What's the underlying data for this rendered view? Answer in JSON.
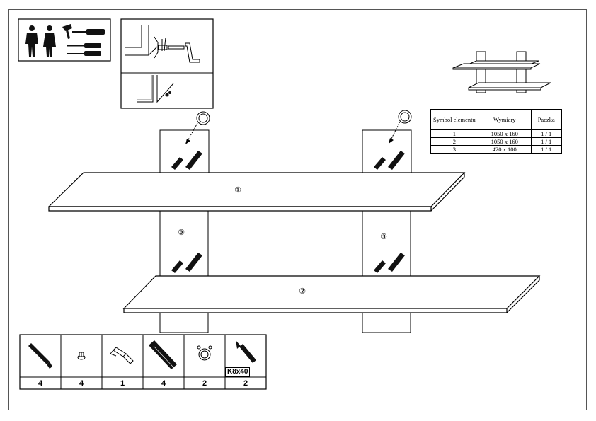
{
  "tools_box": {
    "icons": [
      "person-icon",
      "person-icon",
      "hammer-icon",
      "screwdriver-icon",
      "screwdriver-icon"
    ]
  },
  "detail_box": {
    "icons": [
      "wall-bracket-detail",
      "wrench-icon"
    ]
  },
  "parts_table": {
    "headers": [
      "Symbol elementu",
      "Wymiary",
      "Paczka"
    ],
    "rows": [
      {
        "symbol": "1",
        "dims": "1050 x 160",
        "pkg": "1 / 1"
      },
      {
        "symbol": "2",
        "dims": "1050 x 160",
        "pkg": "1 / 1"
      },
      {
        "symbol": "3",
        "dims": "420 x 100",
        "pkg": "1 / 1"
      }
    ]
  },
  "diagram_labels": {
    "shelf_top": "①",
    "shelf_bottom": "②",
    "upright_left": "③",
    "upright_right": "③"
  },
  "hardware": {
    "items": [
      {
        "icon": "screw-icon",
        "qty": "4"
      },
      {
        "icon": "cam-nut-icon",
        "qty": "4"
      },
      {
        "icon": "allen-key-icon",
        "qty": "1"
      },
      {
        "icon": "wall-plug-icon",
        "qty": "4"
      },
      {
        "icon": "hanger-ring-icon",
        "qty": "2"
      },
      {
        "icon": "anchor-bolt-icon",
        "qty": "2",
        "tag": "K8x40"
      }
    ]
  }
}
